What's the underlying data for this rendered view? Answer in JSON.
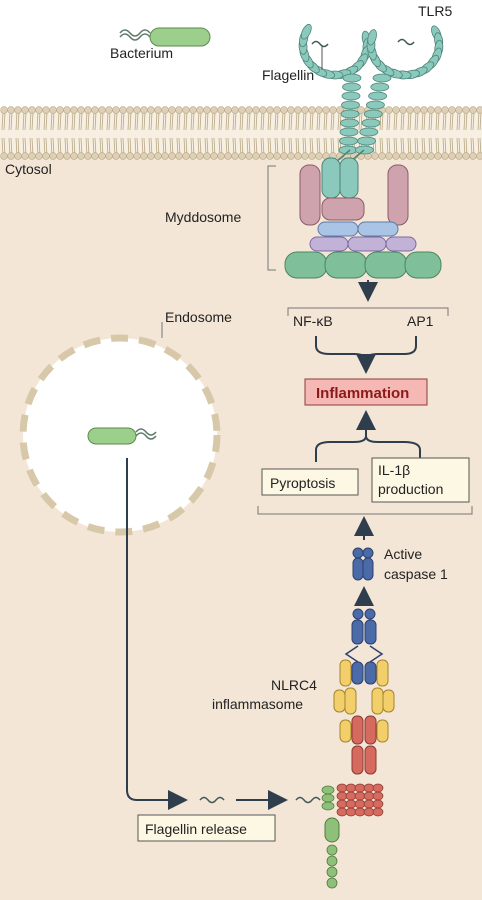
{
  "labels": {
    "bacterium": "Bacterium",
    "tlr5": "TLR5",
    "flagellin": "Flagellin",
    "cytosol": "Cytosol",
    "myddosome": "Myddosome",
    "nfkb": "NF-κB",
    "ap1": "AP1",
    "inflammation": "Inflammation",
    "pyroptosis": "Pyroptosis",
    "il1b_line1": "IL-1β",
    "il1b_line2": "production",
    "endosome": "Endosome",
    "active_caspase_line1": "Active",
    "active_caspase_line2": "caspase 1",
    "nlrc4_line1": "NLRC4",
    "nlrc4_line2": "inflammasome",
    "flagellin_release": "Flagellin release"
  },
  "colors": {
    "cytosol_bg": "#f3e6d6",
    "membrane_head": "#ded0b6",
    "tlr5": "#8cc9bd",
    "bacterium": "#9ccf8c",
    "myd_pink": "#cfa3ad",
    "myd_blue": "#a9c4e4",
    "myd_purple": "#c2b2d8",
    "myd_green": "#7fbf9a",
    "inflammation_box": "#f6b8b4",
    "box_bg": "#fdf8e4",
    "caspase": "#4a6aa8",
    "nlrc4_yellow": "#f2cf6a",
    "nlrc4_red": "#d66a5e",
    "asc_green": "#8fc07a",
    "endosome_dash": "#d8c8aa",
    "arrow": "#2f3e4c"
  }
}
